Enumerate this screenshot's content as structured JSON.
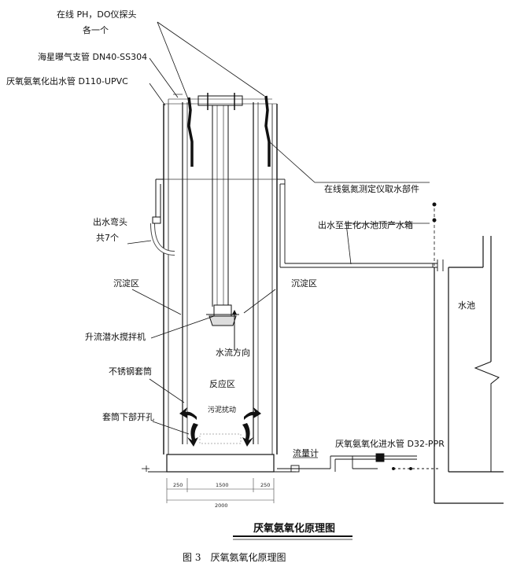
{
  "labels": {
    "probe_line1": "在线 PH，DO仪探头",
    "probe_line2": "各一个",
    "aeration": "海星曝气支管 DN40-SS304",
    "outlet_pipe": "厌氧氨氧化出水管 D110-UPVC",
    "sampling": "在线氨氮测定仪取水部件",
    "outlet_to_pool": "出水至生化水池顶产水箱",
    "elbow_line1": "出水弯头",
    "elbow_line2": "共7个",
    "settle_left": "沉淀区",
    "settle_right": "沉淀区",
    "pool": "水池",
    "mixer": "升流潜水搅拌机",
    "flow_dir": "水流方向",
    "sleeve": "不锈钢套筒",
    "reaction": "反应区",
    "sludge": "污泥扰动",
    "bottom_hole": "套筒下部开孔",
    "flowmeter": "流量计",
    "inlet_pipe": "厌氧氨氧化进水管 D32-PPR"
  },
  "dimensions": {
    "left": "250",
    "middle": "1500",
    "right": "250",
    "total": "2000"
  },
  "drawing_title": "厌氧氨氧化原理图",
  "caption": "图 3　厌氧氨氧化原理图"
}
